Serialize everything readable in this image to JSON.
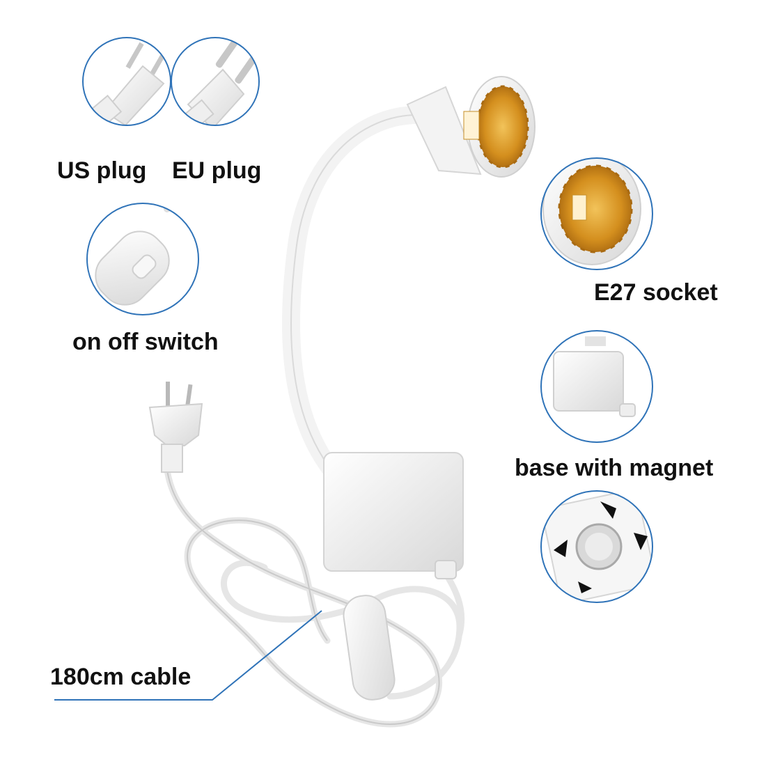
{
  "labels": {
    "us_plug": "US plug",
    "eu_plug": "EU plug",
    "switch": "on off switch",
    "e27_socket": "E27 socket",
    "base_magnet": "base with magnet",
    "cable": "180cm cable"
  },
  "colors": {
    "circle_border": "#2f73b8",
    "callout_line": "#2f73b8",
    "product_white": "#f4f4f4",
    "socket_amber": "#d79a2a",
    "text": "#111111"
  }
}
